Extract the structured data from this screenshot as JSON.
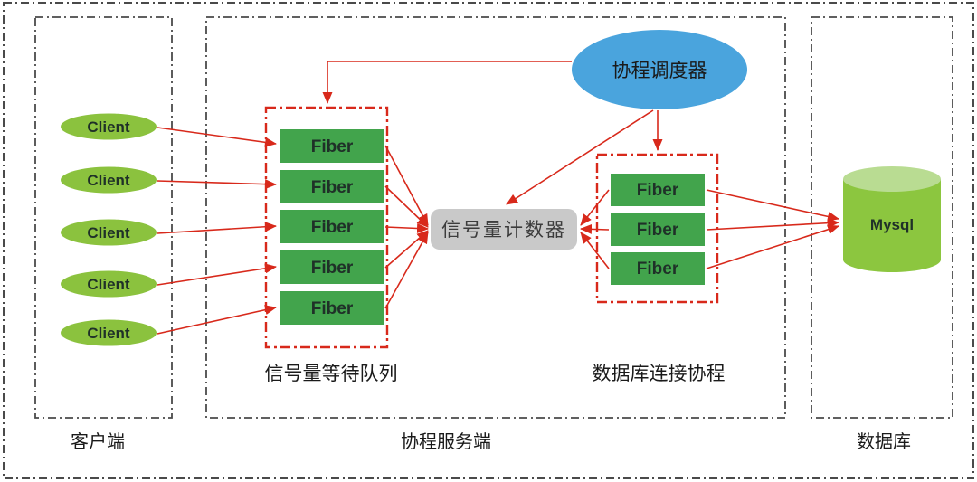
{
  "diagram": {
    "panels": {
      "client": {
        "label": "客户端"
      },
      "server": {
        "label": "协程服务端"
      },
      "database": {
        "label": "数据库"
      }
    },
    "clients": {
      "label": "Client",
      "count": 5
    },
    "scheduler": {
      "label": "协程调度器"
    },
    "counter": {
      "label": "信号量计数器"
    },
    "wait_queue": {
      "label": "信号量等待队列",
      "fiber_label": "Fiber",
      "count": 5
    },
    "db_connection_group": {
      "label": "数据库连接协程",
      "fiber_label": "Fiber",
      "count": 3
    },
    "database_node": {
      "label": "Mysql"
    },
    "colors": {
      "client_green": "#8bc23e",
      "fiber_green": "#42a44c",
      "mysql_green": "#8cc63f",
      "mysql_top_green": "#b9dc92",
      "scheduler_blue": "#4aa4dd",
      "counter_gray": "#c9c9c9",
      "arrow_red": "#d8291b",
      "panel_border_gray": "#4a4a4a"
    }
  }
}
